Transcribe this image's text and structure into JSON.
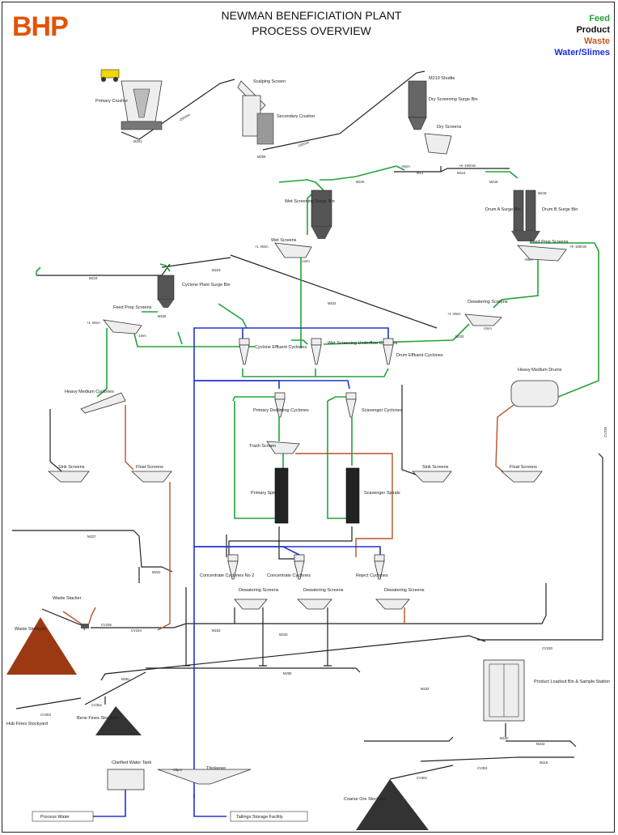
{
  "logo": "BHP",
  "title": {
    "line1": "NEWMAN BENEFICIATION PLANT",
    "line2": "PROCESS OVERVIEW"
  },
  "legend": [
    {
      "label": "Feed",
      "color": "#22a33a"
    },
    {
      "label": "Product",
      "color": "#111111"
    },
    {
      "label": "Waste",
      "color": "#c25a1e"
    },
    {
      "label": "Water/Slimes",
      "color": "#1a2ee0"
    }
  ],
  "equipment": {
    "primary_crusher": "Primary Crusher",
    "scalping_screen": "Scalping Screen",
    "secondary_crusher": "Secondary Crusher",
    "m210_shuttle": "M210 Shuttle",
    "dry_screening_surge_bin": "Dry Screening Surge Bin",
    "dry_screens": "Dry Screens",
    "wet_screening_surge_bin": "Wet Screening Surge Bin",
    "drum_a_surge_bin": "Drum A Surge Bin",
    "drum_b_surge_bin": "Drum B Surge Bin",
    "wet_screens": "Wet Screens",
    "feed_prep_screens_right": "Feed Prep Screens",
    "cyclone_plant_surge_bin": "Cyclone Plant Surge Bin",
    "feed_prep_screens_left": "Feed Prep Screens",
    "dewatering_screens_top": "Dewatering Screens",
    "cyclone_effluent_cyclones": "Cyclone Effluent Cyclones",
    "wet_screening_underflow_cyclones": "Wet Screening Underflow Cyclones",
    "drum_effluent_cyclones": "Drum Effluent Cyclones",
    "heavy_medium_cyclones": "Heavy Medium Cyclones",
    "heavy_medium_drums": "Heavy Medium Drums",
    "primary_desliming_cyclones": "Primary Desliming Cyclones",
    "scavenger_cyclones": "Scavenger Cyclones",
    "trash_screen": "Trash Screen",
    "primary_spirals": "Primary Spirals",
    "scavenger_spirals": "Scavenger Spirals",
    "sink_screens_left": "Sink Screens",
    "float_screens_left": "Float Screens",
    "sink_screens_right": "Sink Screens",
    "float_screens_right": "Float Screens",
    "concentrate_cyclones_no2": "Concentrate Cyclones No 2",
    "concentrate_cyclones": "Concentrate Cyclones",
    "reject_cyclones": "Reject Cyclones",
    "dewatering_screens_1": "Dewatering Screens",
    "dewatering_screens_2": "Dewatering Screens",
    "dewatering_screens_3": "Dewatering Screens",
    "waste_stacker": "Waste Stacker",
    "waste_stockpile": "Waste Stockpile",
    "hub_fines_stockyard": "Hub Fines Stockyard",
    "beneficiation_fines_stockpile": "Bene Fines Stockpile",
    "product_loadout_bin": "Product Loadout Bin & Sample Station",
    "clarified_water_tank": "Clarified Water Tank",
    "thickener": "Thickener",
    "process_water": "Process Water",
    "tailings_storage_facility": "Tailings Storage Facility",
    "coarse_ore_stockpile": "Coarse Ore Stockpile"
  },
  "conveyors": {
    "M201": "M201",
    "M208": "M208",
    "M13": "M13",
    "M214": "M214",
    "M215": "M215",
    "M216": "M216",
    "M218": "M218",
    "M224": "M224",
    "M223": "M223",
    "M225": "M225",
    "M222": "M222",
    "M220": "M220",
    "CV239": "CV239",
    "M227": "M227",
    "M231": "M231",
    "CV235": "CV235",
    "CV234": "CV234",
    "M233a": "M233",
    "M233b": "M233",
    "CV230": "CV230",
    "M251": "M251",
    "M250": "M250",
    "M232": "M232",
    "CV252": "CV252",
    "CV253": "CV253",
    "M240": "M240",
    "M242": "M242",
    "M116": "M116",
    "CV301": "CV301",
    "CV302": "CV302"
  },
  "size_notes": {
    "n250mm": "-250mm",
    "n150mm": "-150mm",
    "n8mm_a": "-8mm",
    "p8_100mm_a": "+8 -100mm",
    "p1_8mm_a": "+1 -8mm",
    "n1mm_a": "-1mm",
    "p8_100mm_b": "+8 -100mm",
    "n8mm_b": "-8mm",
    "p1_8mm_b": "+1 -8mm",
    "n1mm_b": "-1mm",
    "p1_8mm_c": "+1 -8mm",
    "n1mm_c": "-1mm",
    "n45um": "-45µm"
  }
}
